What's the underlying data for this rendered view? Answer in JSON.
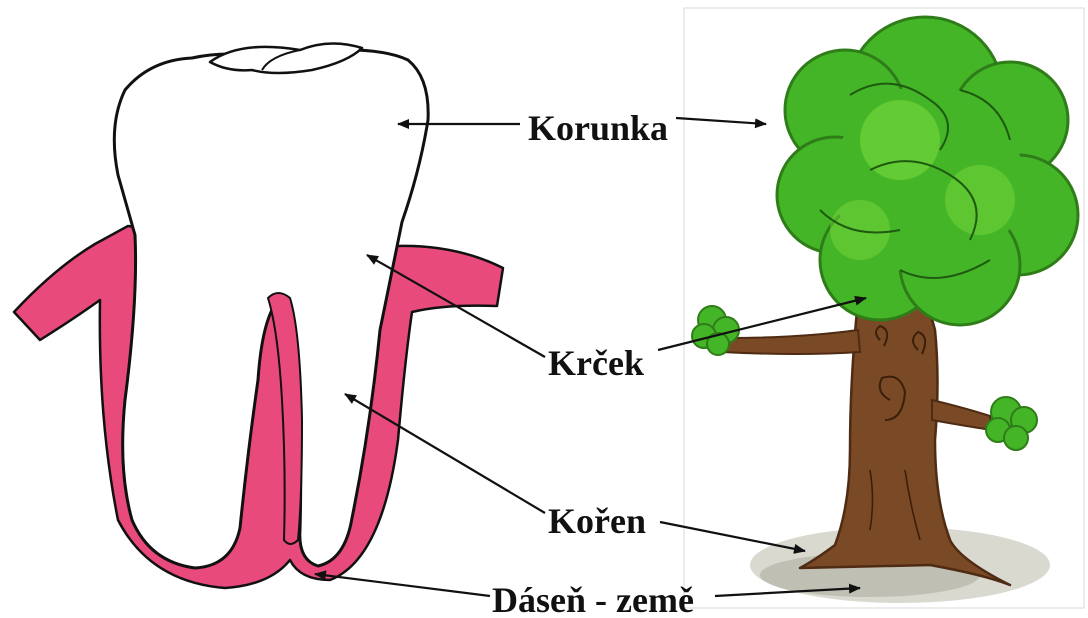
{
  "labels": {
    "korunka": "Korunka",
    "krcek": "Krček",
    "koren": "Kořen",
    "dasen": "Dáseň - země"
  },
  "colors": {
    "gum": "#e84a7c",
    "tooth_fill": "#ffffff",
    "outline": "#111111",
    "foliage": "#45b528",
    "foliage_light": "#7cdc3c",
    "foliage_dark": "#2e7d18",
    "trunk": "#7a4a26",
    "trunk_dark": "#4e2b12",
    "ground": "#9a9a8a",
    "arrow": "#111111",
    "panel_border": "#e6e6e6"
  },
  "icons": {
    "tooth": "tooth-illustration",
    "tree": "tree-illustration"
  }
}
